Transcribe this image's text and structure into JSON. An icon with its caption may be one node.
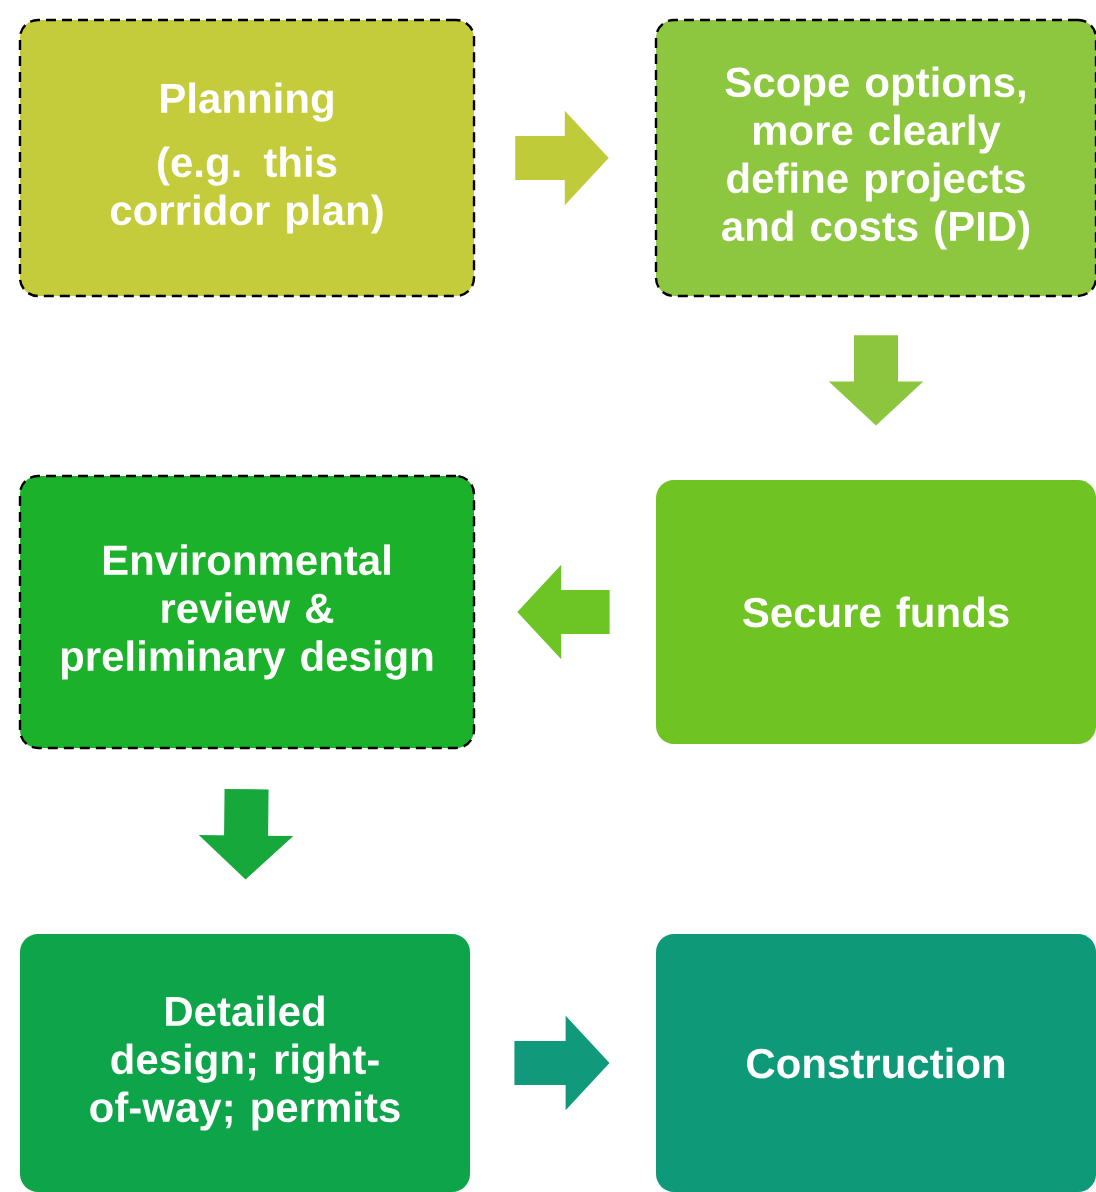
{
  "diagram": {
    "nodes": [
      {
        "text": [
          "Planning",
          "(e.g. this corridor plan)"
        ]
      },
      {
        "text": [
          "Scope options, more clearly define projects and costs (PID)"
        ]
      },
      {
        "text": [
          "Secure funds"
        ]
      },
      {
        "text": [
          "Environmental review & preliminary design"
        ]
      },
      {
        "text": [
          "Detailed design; right-of-way; permits"
        ]
      },
      {
        "text": [
          "Construction"
        ]
      }
    ],
    "edges": [
      {
        "from": 0,
        "to": 1,
        "arrow": "to",
        "color": "#c0cb3a"
      },
      {
        "from": 1,
        "to": 2,
        "arrow": "to",
        "color": "#8cc63f"
      },
      {
        "from": 2,
        "to": 3,
        "arrow": "to",
        "color": "#6cc425"
      },
      {
        "from": 3,
        "to": 4,
        "arrow": "to",
        "color": "#16a83a"
      },
      {
        "from": 4,
        "to": 5,
        "arrow": "to",
        "color": "#10997a"
      }
    ]
  }
}
